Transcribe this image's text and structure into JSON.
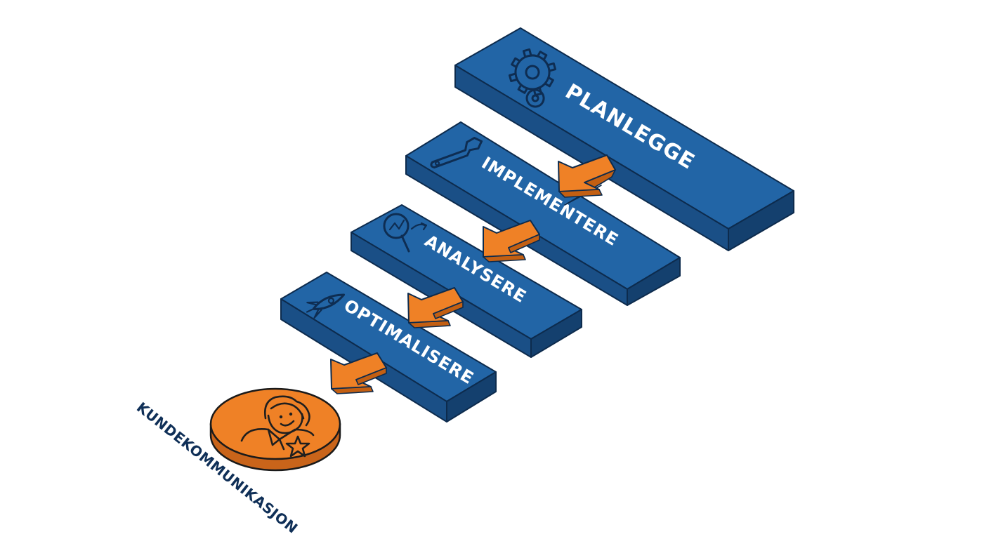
{
  "steps": [
    {
      "label": "PLANLEGGE",
      "icon": "gears-icon"
    },
    {
      "label": "IMPLEMENTERE",
      "icon": "wrench-icon"
    },
    {
      "label": "ANALYSERE",
      "icon": "magnifier-chart-icon"
    },
    {
      "label": "OPTIMALISERE",
      "icon": "rocket-icon"
    }
  ],
  "result": {
    "label": "KUNDEKOMMUNIKASJON",
    "icon": "customer-star-icon"
  },
  "colors": {
    "bar_top": "#2265a6",
    "bar_front": "#1a4f86",
    "bar_side": "#14406e",
    "outline": "#0d2b4d",
    "arrow_top": "#ef8126",
    "arrow_side": "#c35f12",
    "disc_top": "#ef8126",
    "disc_side": "#c9641a",
    "result_text": "#0f2f57"
  }
}
